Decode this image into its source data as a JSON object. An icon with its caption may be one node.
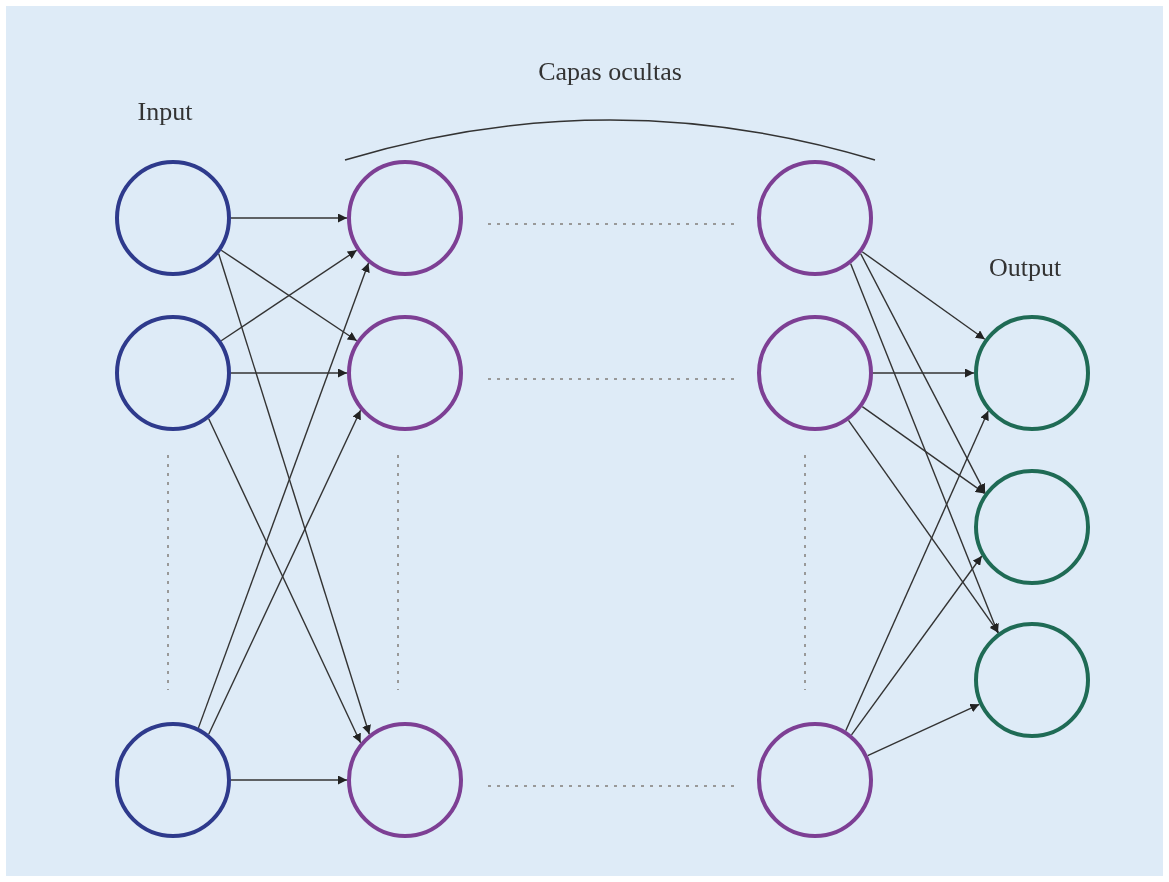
{
  "diagram": {
    "nodes": [
      {
        "text": [],
        "shape": "circle"
      },
      {
        "text": [],
        "shape": "circle"
      },
      {
        "text": [],
        "shape": "circle"
      },
      {
        "text": [],
        "shape": "circle"
      },
      {
        "text": [],
        "shape": "circle"
      },
      {
        "text": [],
        "shape": "circle"
      },
      {
        "text": [],
        "shape": "circle"
      },
      {
        "text": [],
        "shape": "circle"
      },
      {
        "text": [],
        "shape": "circle"
      },
      {
        "text": [],
        "shape": "circle"
      },
      {
        "text": [],
        "shape": "circle"
      },
      {
        "text": [],
        "shape": "circle"
      }
    ],
    "edges": [
      {
        "from": 0,
        "to": 3,
        "arrow": "to"
      },
      {
        "from": 0,
        "to": 4,
        "arrow": "to"
      },
      {
        "from": 0,
        "to": 5,
        "arrow": "to"
      },
      {
        "from": 1,
        "to": 3,
        "arrow": "to"
      },
      {
        "from": 1,
        "to": 4,
        "arrow": "to"
      },
      {
        "from": 1,
        "to": 5,
        "arrow": "to"
      },
      {
        "from": 2,
        "to": 3,
        "arrow": "to"
      },
      {
        "from": 2,
        "to": 4,
        "arrow": "to"
      },
      {
        "from": 2,
        "to": 5,
        "arrow": "to"
      },
      {
        "from": 6,
        "to": 9,
        "arrow": "to"
      },
      {
        "from": 6,
        "to": 10,
        "arrow": "to"
      },
      {
        "from": 6,
        "to": 11,
        "arrow": "to"
      },
      {
        "from": 7,
        "to": 9,
        "arrow": "to"
      },
      {
        "from": 7,
        "to": 10,
        "arrow": "to"
      },
      {
        "from": 7,
        "to": 11,
        "arrow": "to"
      },
      {
        "from": 8,
        "to": 9,
        "arrow": "to"
      },
      {
        "from": 8,
        "to": 10,
        "arrow": "to"
      },
      {
        "from": 8,
        "to": 11,
        "arrow": "to"
      }
    ],
    "labels": [
      "Capas ocultas",
      "Input",
      "Output"
    ]
  }
}
